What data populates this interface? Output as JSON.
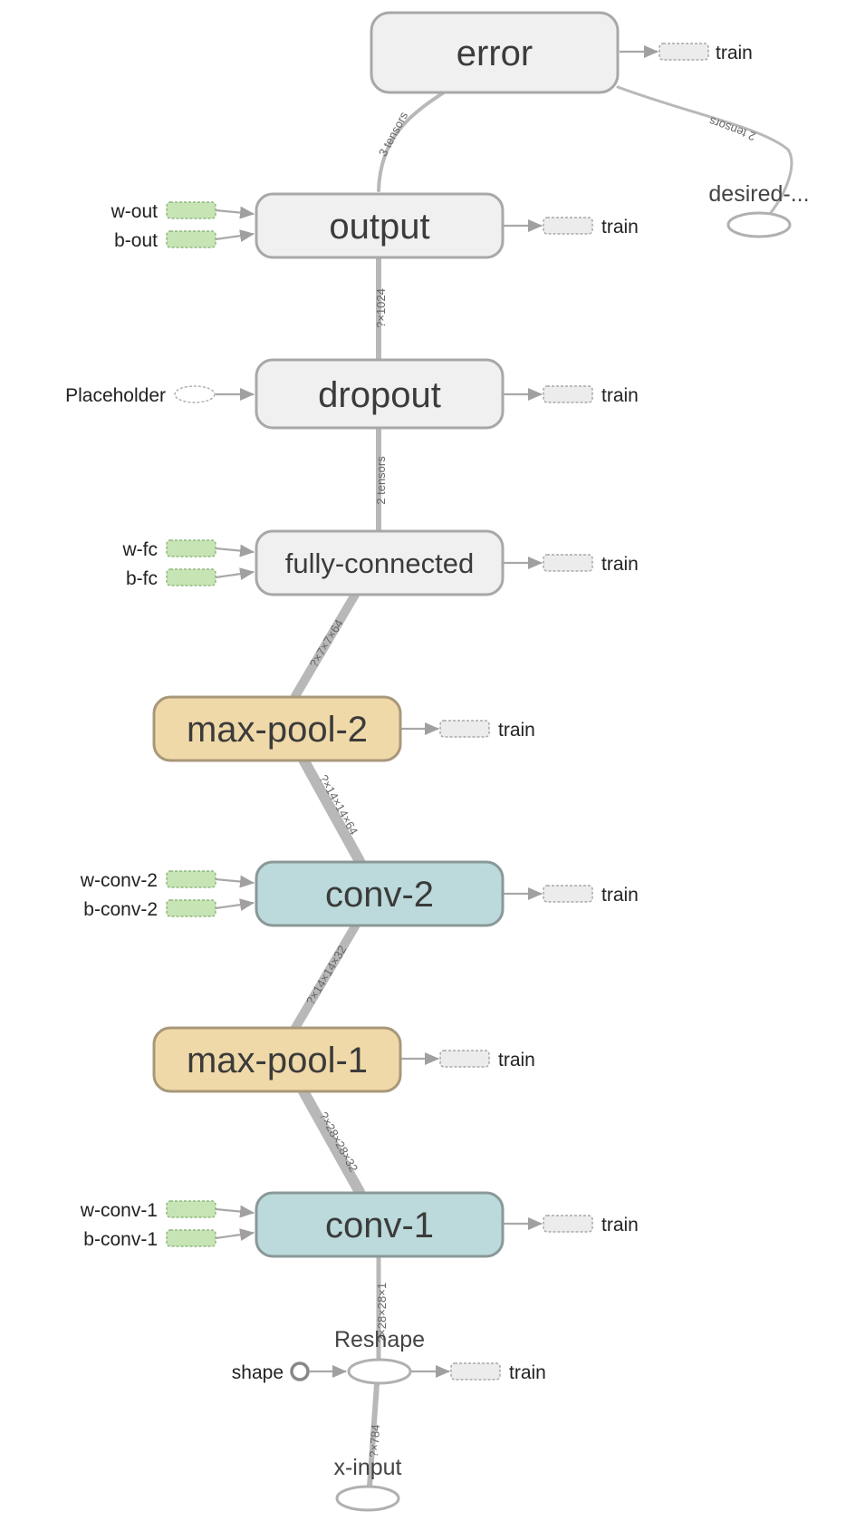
{
  "colors": {
    "plain_fill": "#f0f0f0",
    "plain_stroke": "#a8a8a8",
    "pool_fill": "#f0d9a8",
    "pool_stroke": "#a8987a",
    "conv_fill": "#bcdadb",
    "conv_stroke": "#8a9898",
    "edge": "#b8b8b8",
    "var_fill": "#c7e4b4",
    "var_stroke": "#8fb87e",
    "train_fill": "#ececec",
    "train_stroke": "#a8a8a8"
  },
  "nodes": {
    "error": "error",
    "output": "output",
    "dropout": "dropout",
    "fully_connected": "fully-connected",
    "max_pool_2": "max-pool-2",
    "conv_2": "conv-2",
    "max_pool_1": "max-pool-1",
    "conv_1": "conv-1",
    "reshape": "Reshape",
    "x_input": "x-input",
    "desired": "desired-..."
  },
  "inputs": {
    "w_out": "w-out",
    "b_out": "b-out",
    "placeholder": "Placeholder",
    "w_fc": "w-fc",
    "b_fc": "b-fc",
    "w_conv_2": "w-conv-2",
    "b_conv_2": "b-conv-2",
    "w_conv_1": "w-conv-1",
    "b_conv_1": "b-conv-1",
    "shape": "shape"
  },
  "train_label": "train",
  "edges": {
    "error_output": "3 tensors",
    "error_desired": "2 tensors",
    "output_dropout": "?×1024",
    "dropout_fc": "2 tensors",
    "fc_pool2": "?×7×7×64",
    "pool2_conv2": "?×14×14×64",
    "conv2_pool1": "?×14×14×32",
    "pool1_conv1": "?×28×28×32",
    "conv1_reshape": "?×28×28×1",
    "reshape_xinput": "?×784"
  }
}
